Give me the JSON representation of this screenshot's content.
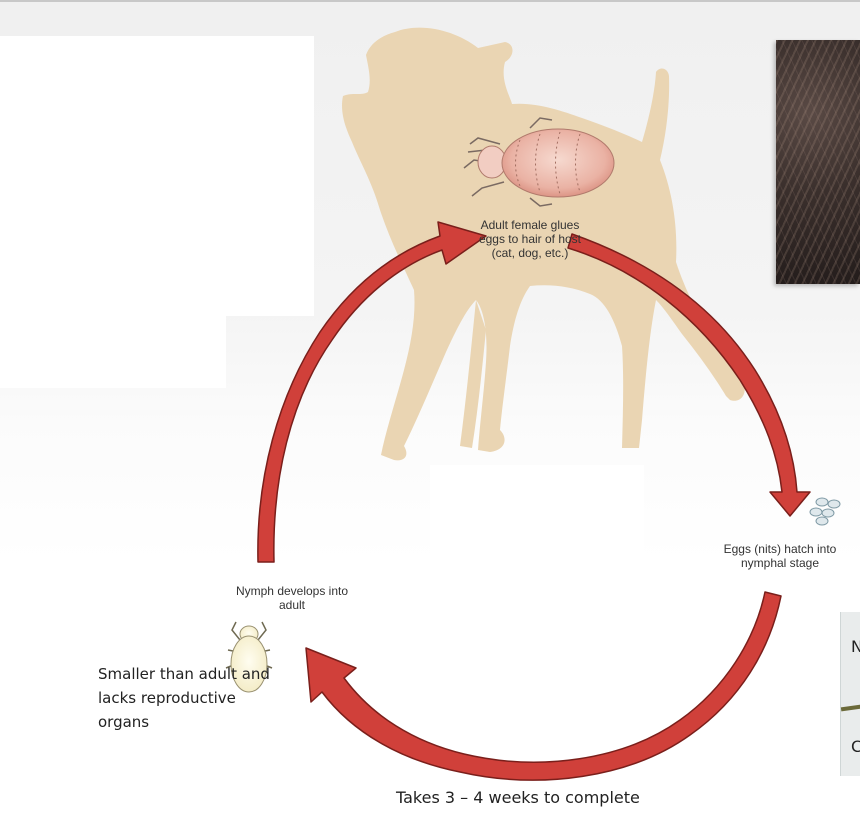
{
  "diagram": {
    "stage_adult": "Adult female glues eggs to hair of host (cat, dog, etc.)",
    "stage_eggs": "Eggs (nits) hatch into nymphal stage",
    "stage_nymph": "Nymph develops into adult",
    "nymph_note": "Smaller than adult and lacks reproductive organs",
    "duration": "Takes 3 – 4 weeks to complete"
  },
  "inset": {
    "top_char": "N",
    "bottom_char": "C"
  },
  "colors": {
    "arrow": "#d0403a",
    "arrow_edge": "#7a1f1b",
    "dog_silhouette": "#ead5b3",
    "adult_louse": "#eab2a4",
    "eggs": "#dfe8ec",
    "nymph": "#fbf6d5"
  },
  "icons": [
    "dog-silhouette-icon",
    "adult-louse-icon",
    "eggs-icon",
    "nymph-icon",
    "cycle-arrow-icon"
  ]
}
